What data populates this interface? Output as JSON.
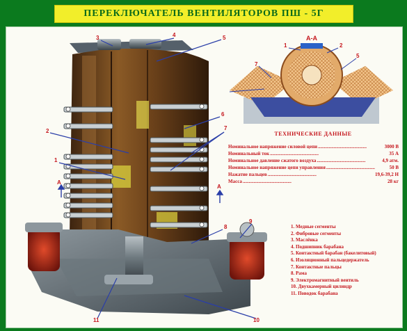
{
  "title": "ПЕРЕКЛЮЧАТЕЛЬ  ВЕНТИЛЯТОРОВ  ПШ - 5Г",
  "section_label": "А-А",
  "cut_mark": "А",
  "tech_heading": "ТЕХНИЧЕСКИЕ  ДАННЫЕ",
  "specs": [
    {
      "label": "Номинальное напряжение силовой цепи",
      "value": "3000 В"
    },
    {
      "label": "Номинальный ток",
      "value": "35 А"
    },
    {
      "label": "Номинальное давление сжатого воздуха",
      "value": "4,9 атм."
    },
    {
      "label": "Номинальное напряжение цепи управления",
      "value": "50 В"
    },
    {
      "label": "Нажатие пальцев",
      "value": "19,6-39,2 Н"
    },
    {
      "label": "Масса",
      "value": "28 кг"
    }
  ],
  "legend": [
    "1. Медные сегменты",
    "2. Фибровые сегменты",
    "3. Маслёнка",
    "4. Подшипник барабана",
    "5. Контактный барабан (бакелитовый)",
    "6. Изоляционный пальцедержатель",
    "7. Контактные пальцы",
    "8. Рама",
    "9. Электромагнитный вентиль",
    "10. Двухкамерный цилиндр",
    "11. Поводок барабана"
  ],
  "callouts": {
    "n1": "1",
    "n2": "2",
    "n3": "3",
    "n4": "4",
    "n5": "5",
    "n6": "6",
    "n7": "7",
    "n8": "8",
    "n9": "9",
    "n10": "10",
    "n11": "11",
    "s1": "1",
    "s2": "2",
    "s5": "5",
    "s7": "7"
  },
  "colors": {
    "background": "#0b7a1e",
    "title_bar": "#f2ee2a",
    "label_red": "#c5161d",
    "drum_brown": "#7a4a1a"
  }
}
